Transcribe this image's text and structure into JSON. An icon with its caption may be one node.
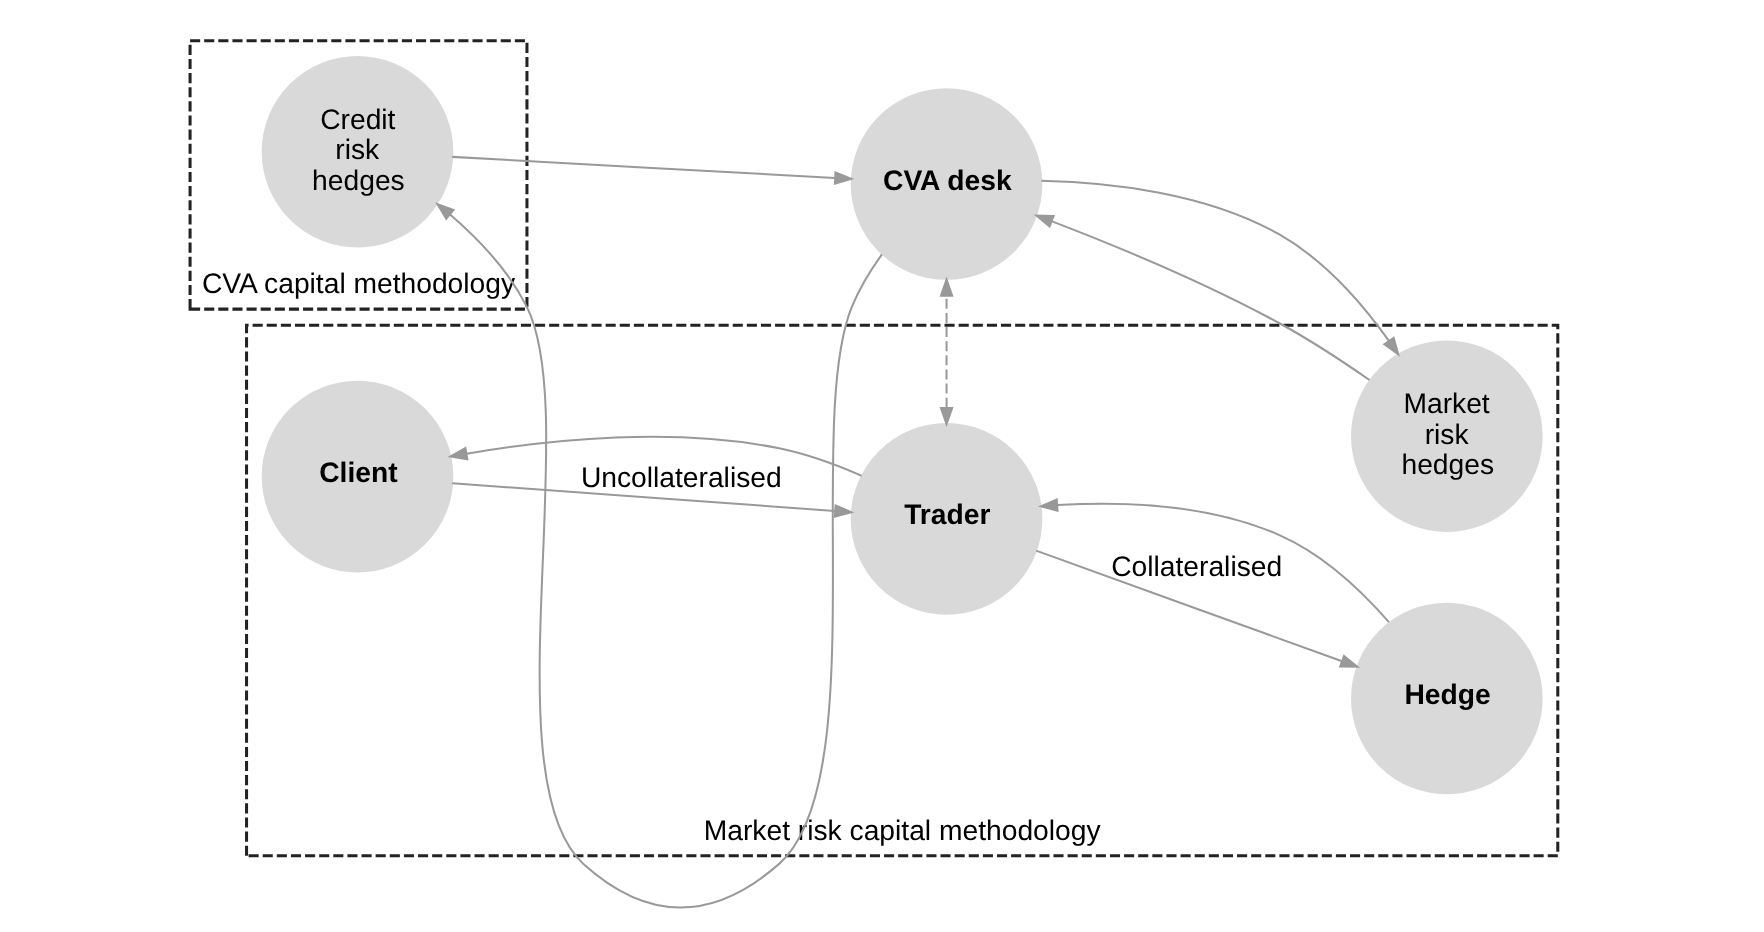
{
  "diagram": {
    "nodes": [
      {
        "text": [
          "Market risk capital methodology"
        ]
      },
      {
        "text": [
          "Client"
        ],
        "in": 0
      },
      {
        "text": [
          "Trader"
        ],
        "in": 0
      },
      {
        "text": [
          "Hedge"
        ],
        "in": 0
      },
      {
        "text": [
          "CVA capital methodology"
        ]
      },
      {
        "text": [
          "Credit risk hedges"
        ],
        "in": 4
      },
      {
        "text": [
          "CVA desk"
        ]
      },
      {
        "text": [
          "Market risk hedges"
        ],
        "in": 0
      }
    ],
    "edges": [
      {
        "from": 1,
        "to": 2,
        "arrow": "to",
        "label": "Uncollateralised"
      },
      {
        "from": 2,
        "to": 1,
        "arrow": "to"
      },
      {
        "from": 2,
        "to": 3,
        "arrow": "to",
        "label": "Collateralised"
      },
      {
        "from": 3,
        "to": 2,
        "arrow": "to"
      },
      {
        "from": 2,
        "to": 6,
        "arrow": "both",
        "style": "dashed"
      },
      {
        "from": 5,
        "to": 6,
        "arrow": "to"
      },
      {
        "from": 6,
        "to": 5,
        "arrow": "to"
      },
      {
        "from": 6,
        "to": 7,
        "arrow": "to"
      },
      {
        "from": 7,
        "to": 6,
        "arrow": "to"
      }
    ]
  }
}
